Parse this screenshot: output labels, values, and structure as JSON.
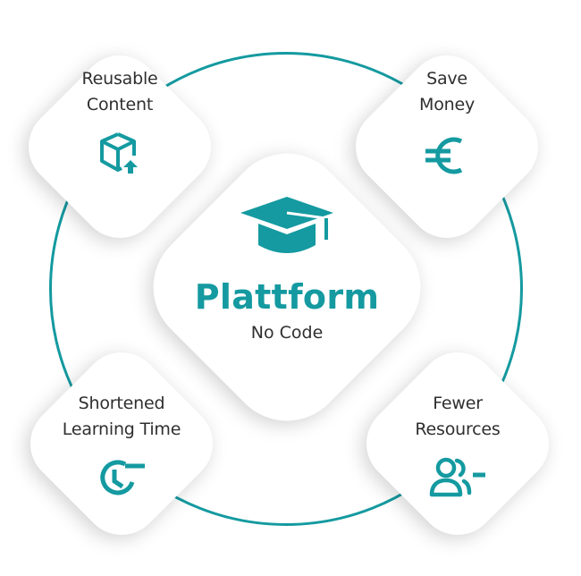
{
  "accent_color": "#149aa0",
  "center": {
    "title": "Plattform",
    "subtitle": "No Code",
    "icon": "graduation-cap-icon"
  },
  "features": [
    {
      "label": "Reusable\nContent",
      "icon": "box-upload-icon"
    },
    {
      "label": "Save\nMoney",
      "icon": "euro-icon"
    },
    {
      "label": "Shortened\nLearning Time",
      "icon": "clock-minus-icon"
    },
    {
      "label": "Fewer\nResources",
      "icon": "users-minus-icon"
    }
  ]
}
